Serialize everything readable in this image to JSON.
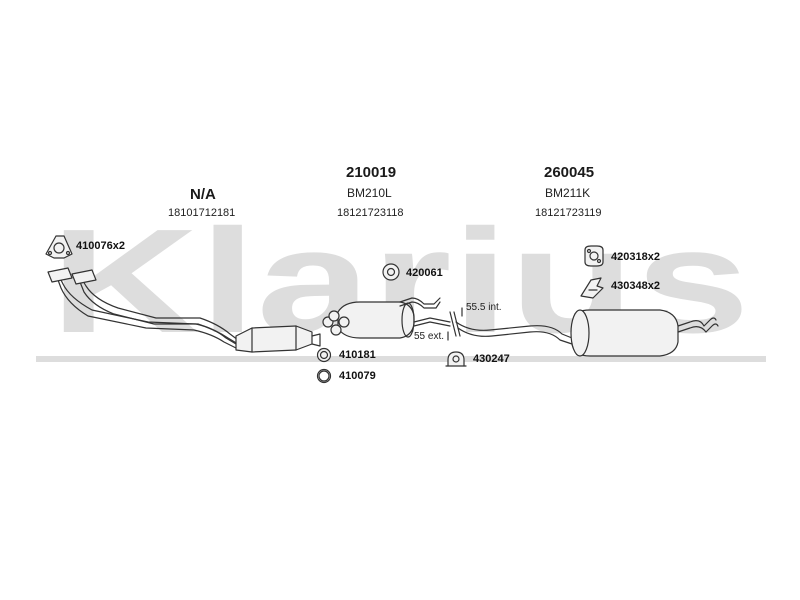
{
  "watermark": {
    "text": "Klarius",
    "color": "#d8d8d8"
  },
  "sections": [
    {
      "part_no": "N/A",
      "name": "",
      "oe_code": "18101712181"
    },
    {
      "part_no": "210019",
      "name": "BM210L",
      "oe_code": "18121723118"
    },
    {
      "part_no": "260045",
      "name": "BM211K",
      "oe_code": "18121723119"
    }
  ],
  "parts": [
    {
      "label": "410076x2",
      "icon": "flange-gasket-icon"
    },
    {
      "label": "420061",
      "icon": "rubber-mount-icon"
    },
    {
      "label": "410181",
      "icon": "seal-ring-icon"
    },
    {
      "label": "410079",
      "icon": "seal-ring-icon"
    },
    {
      "label": "430247",
      "icon": "pipe-bracket-icon"
    },
    {
      "label": "420318x2",
      "icon": "rubber-hanger-icon"
    },
    {
      "label": "430348x2",
      "icon": "mounting-clip-icon"
    }
  ],
  "annotations": {
    "internal_dia": "55.5 int.",
    "external_dia": "55 ext."
  },
  "colors": {
    "line": "#333333",
    "fill": "#f2f2f2"
  }
}
